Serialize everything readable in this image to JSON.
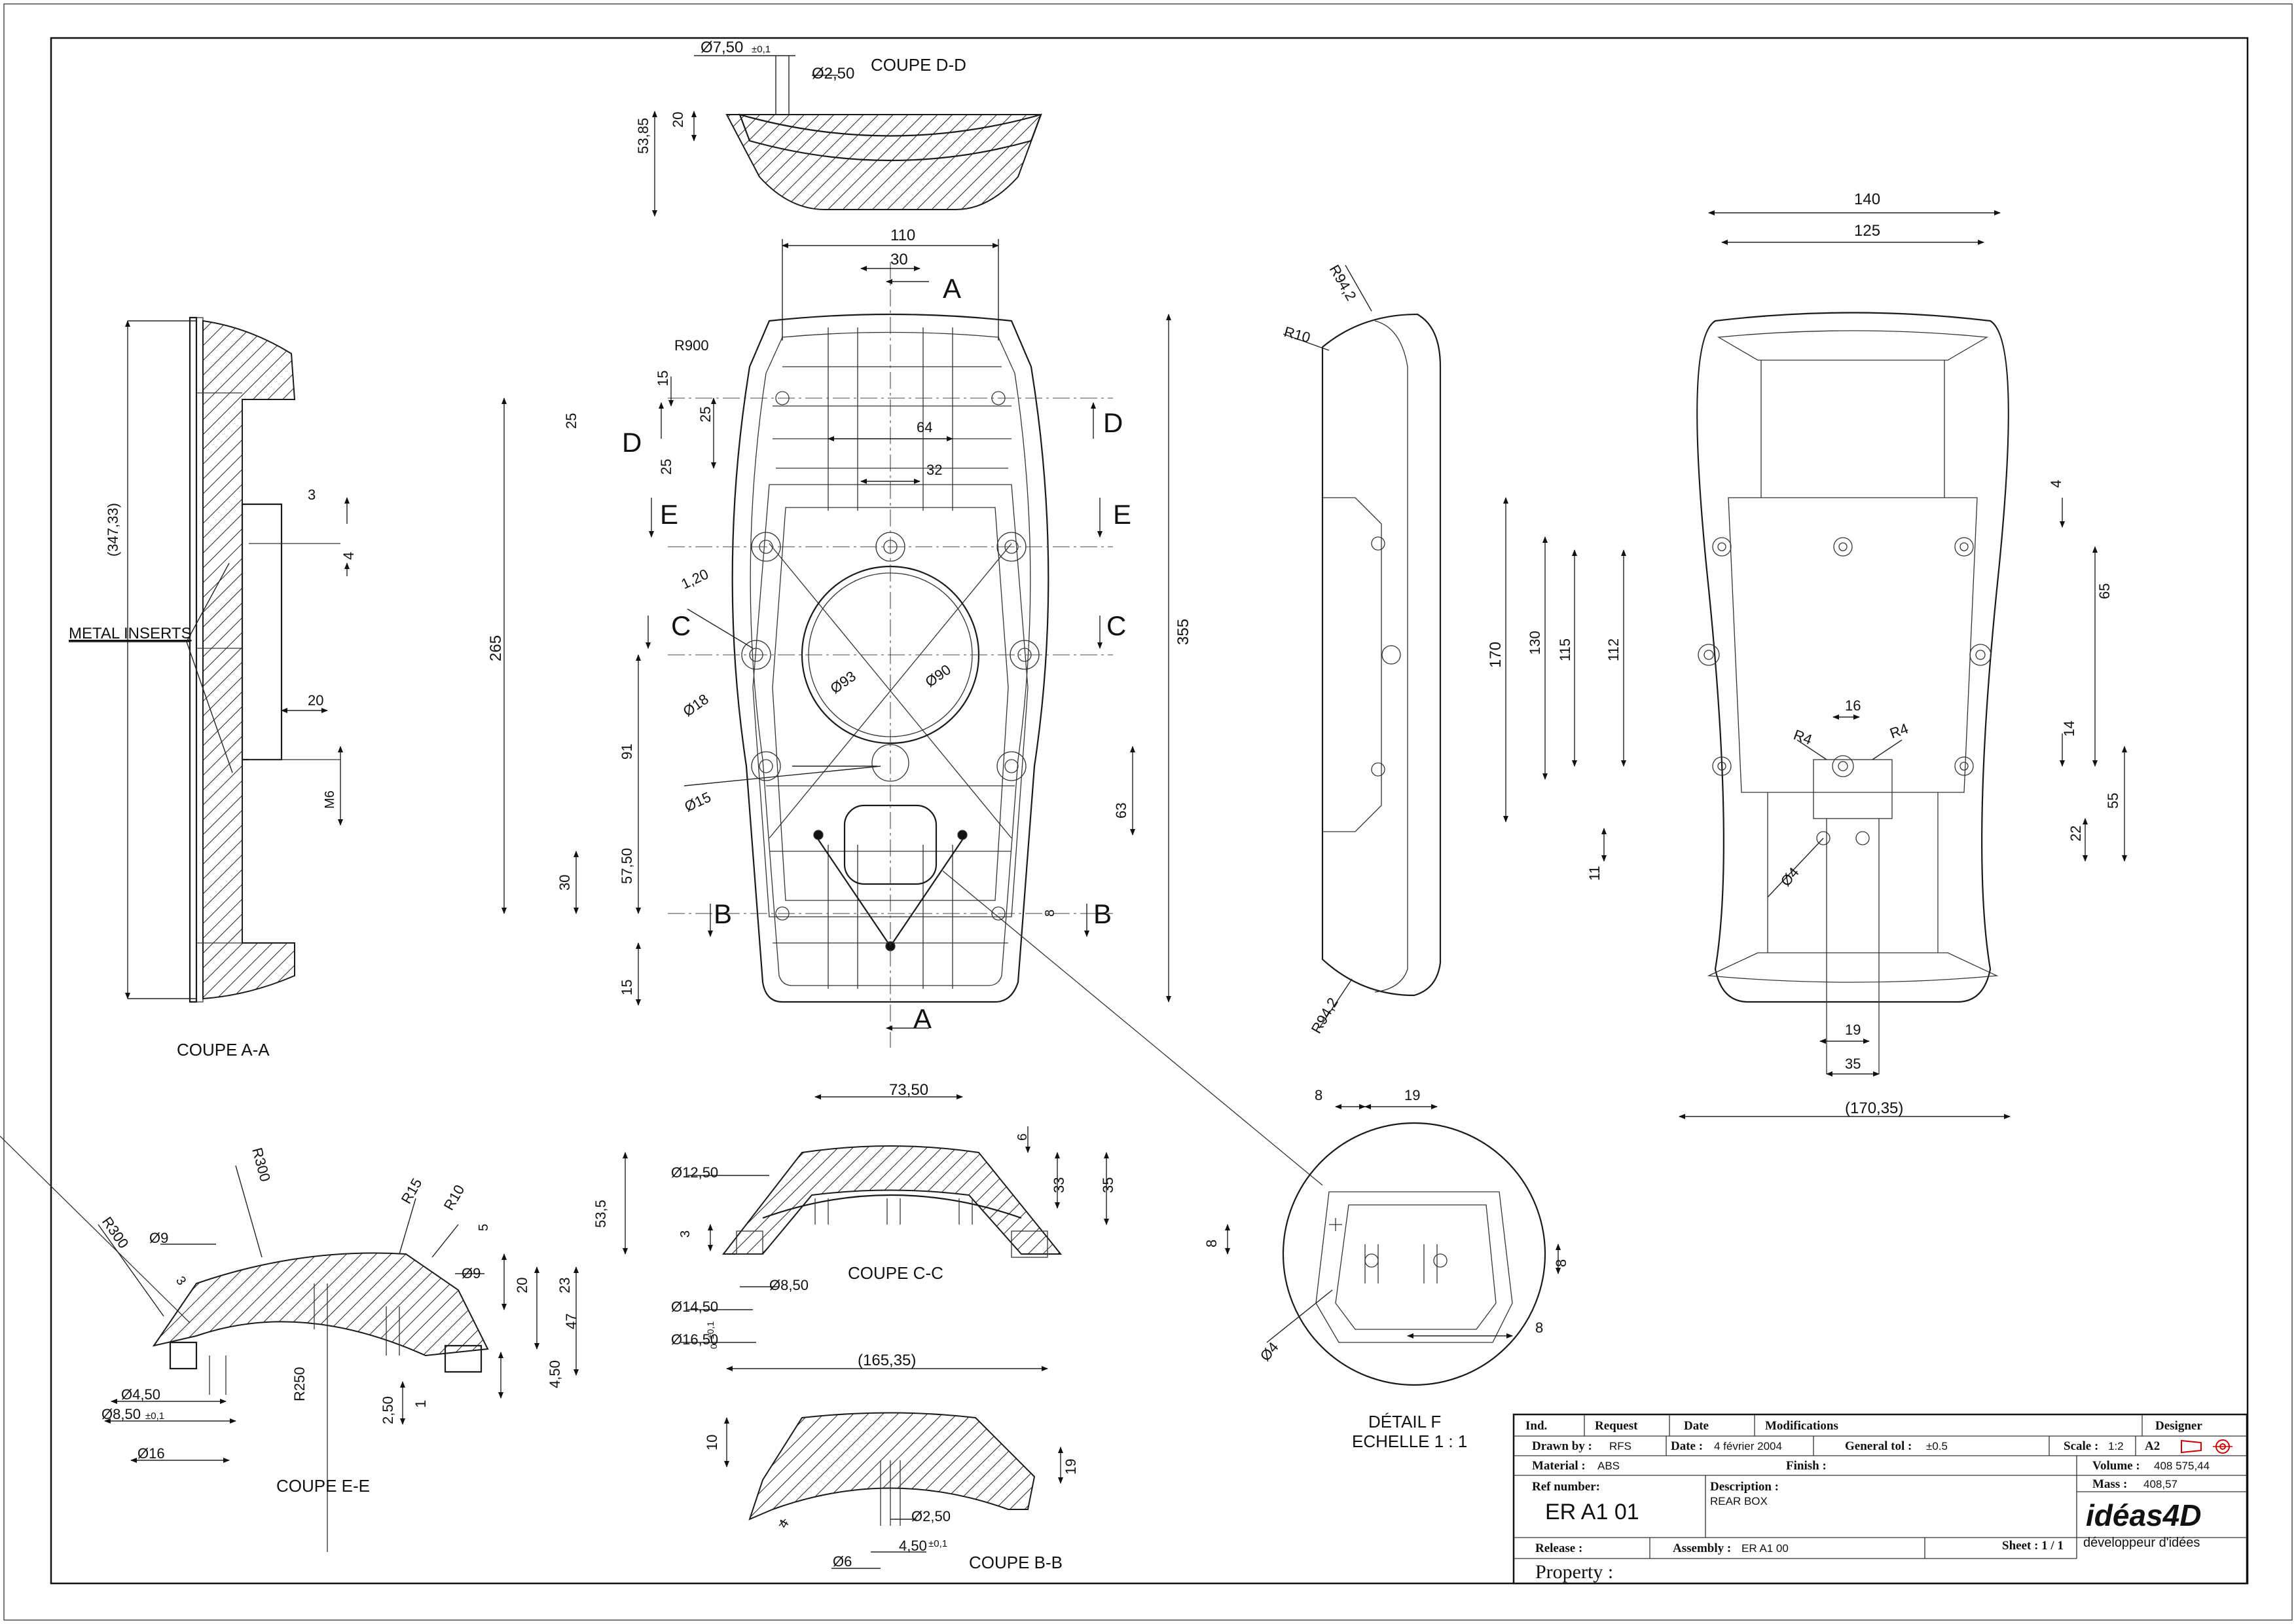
{
  "sections": {
    "a_label": "COUPE A-A",
    "b_label": "COUPE B-B",
    "c_label": "COUPE C-C",
    "d_label": "COUPE D-D",
    "e_label": "COUPE E-E",
    "detail_title": "DÉTAIL F",
    "detail_scale": "ECHELLE 1 : 1",
    "metal_inserts": "METAL INSERTS"
  },
  "cut_markers": [
    "A",
    "A",
    "B",
    "B",
    "C",
    "C",
    "D",
    "D",
    "E",
    "E"
  ],
  "dims": {
    "front": [
      "110",
      "30",
      "R900",
      "15",
      "25",
      "25",
      "64",
      "25",
      "32",
      "1,20",
      "265",
      "355",
      "Ø18",
      "Ø93",
      "Ø90",
      "91",
      "63",
      "Ø15",
      "30",
      "57,50",
      "8",
      "15",
      "73,50"
    ],
    "section_a": [
      "(347,33)",
      "3",
      "4",
      "20",
      "M6"
    ],
    "section_d": [
      "Ø7,50",
      "±0,1",
      "Ø2,50",
      "20",
      "53,85"
    ],
    "side": [
      "R94,2",
      "R10",
      "R94,2"
    ],
    "back": [
      "140",
      "125",
      "4",
      "65",
      "170",
      "130",
      "115",
      "112",
      "16",
      "R4",
      "R4",
      "14",
      "55",
      "22",
      "11",
      "Ø4",
      "19",
      "35",
      "(170,35)"
    ],
    "section_e": [
      "R300",
      "R300",
      "R15",
      "R10",
      "5",
      "Ø9",
      "3",
      "Ø9",
      "20",
      "23",
      "47",
      "4,50",
      "R250",
      "2,50",
      "1",
      "Ø4,50",
      "Ø8,50",
      "±0,1",
      "Ø16"
    ],
    "section_c": [
      "6",
      "Ø12,50",
      "33",
      "35",
      "53,5",
      "3",
      "Ø8,50",
      "Ø14,50",
      "Ø16,50",
      "±0,1",
      "0",
      "(165,35)"
    ],
    "section_b": [
      "10",
      "19",
      "Ø2,50",
      "4",
      "4,50",
      "±0,1",
      "Ø6"
    ],
    "detail": [
      "8",
      "19",
      "8",
      "8",
      "Ø4",
      "8"
    ]
  },
  "title_block": {
    "headers": {
      "ind": "Ind.",
      "request": "Request",
      "date": "Date",
      "modifications": "Modifications",
      "designer": "Designer"
    },
    "drawn_by_label": "Drawn by :",
    "drawn_by_value": "RFS",
    "date_label": "Date :",
    "date_value": "4 février 2004",
    "general_tol_label": "General tol :",
    "general_tol_value": "±0.5",
    "scale_label": "Scale :",
    "scale_value": "1:2",
    "format": "A2",
    "material_label": "Material :",
    "material_value": "ABS",
    "finish_label": "Finish :",
    "volume_label": "Volume :",
    "volume_value": "408 575,44",
    "ref_label": "Ref number:",
    "ref_value": "ER A1 01",
    "description_label": "Description :",
    "description_value": "REAR BOX",
    "mass_label": "Mass :",
    "mass_value": "408,57",
    "release_label": "Release :",
    "assembly_label": "Assembly :",
    "assembly_value": "ER A1 00",
    "sheet_label": "Sheet : 1 / 1",
    "property_label": "Property :",
    "logo_text": "idéas4D",
    "logo_tagline": "développeur d'idées"
  },
  "colors": {
    "line": "#1a1a1a",
    "logo_green": "#2f8f3a",
    "logo_dark": "#1f3f5f"
  }
}
